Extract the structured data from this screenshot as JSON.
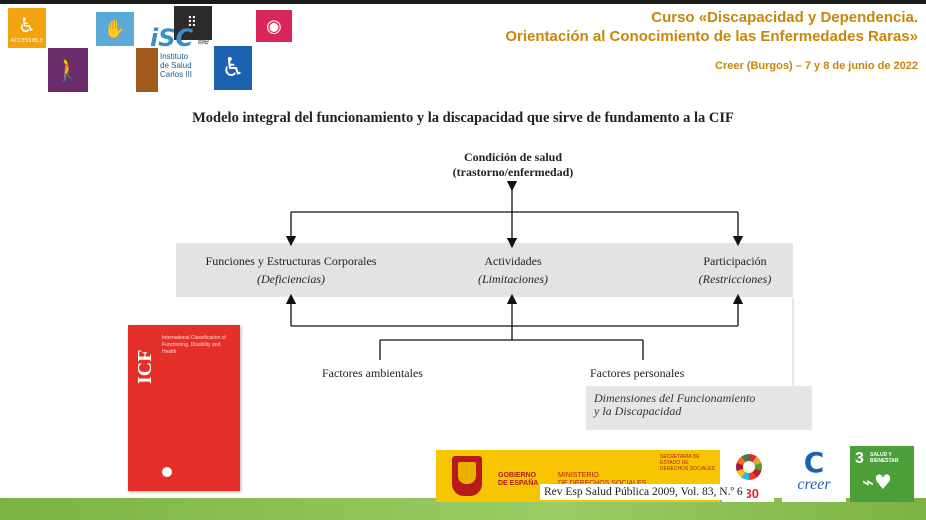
{
  "header": {
    "course_line1": "Curso «Discapacidad y Dependencia.",
    "course_line2": "Orientación al Conocimiento de las Enfermedades Raras»",
    "course_line3": "Creer (Burgos) – 7 y 8 de junio de 2022"
  },
  "icons": {
    "accessible_label": "ACCESSIBLE",
    "braille_label": "ille"
  },
  "institute": {
    "mark": "iSC",
    "name_line1": "Instituto",
    "name_line2": "de Salud",
    "name_line3": "Carlos III"
  },
  "slide": {
    "title": "Modelo integral del funcionamiento y la discapacidad que sirve de fundamento a la CIF"
  },
  "diagram": {
    "health_condition": "Condición de salud",
    "health_condition_sub": "(trastorno/enfermedad)",
    "node1_title": "Funciones y Estructuras Corporales",
    "node1_sub": "(Deficiencias)",
    "node2_title": "Actividades",
    "node2_sub": "(Limitaciones)",
    "node3_title": "Participación",
    "node3_sub": "(Restricciones)",
    "factor_env": "Factores ambientales",
    "factor_pers": "Factores personales",
    "dims_line1": "Dimensiones del Funcionamiento",
    "dims_line2": "y la Discapacidad"
  },
  "book": {
    "title": "ICF",
    "subtitle": "International Classification of Functioning, Disability and Health"
  },
  "logos": {
    "gobierno_line1": "GOBIERNO",
    "gobierno_line2": "DE ESPAÑA",
    "ministerio_line1": "MINISTERIO",
    "ministerio_line2": "DE DERECHOS SOCIALES",
    "secretaria": "SECRETARÍA DE ESTADO DE DERECHOS SOCIALES",
    "agenda_number": "2030",
    "creer_text": "creer",
    "sdg_number": "3",
    "sdg_text": "SALUD Y BIENESTAR"
  },
  "citation": "Rev Esp Salud Pública 2009, Vol. 83, N.º 6"
}
